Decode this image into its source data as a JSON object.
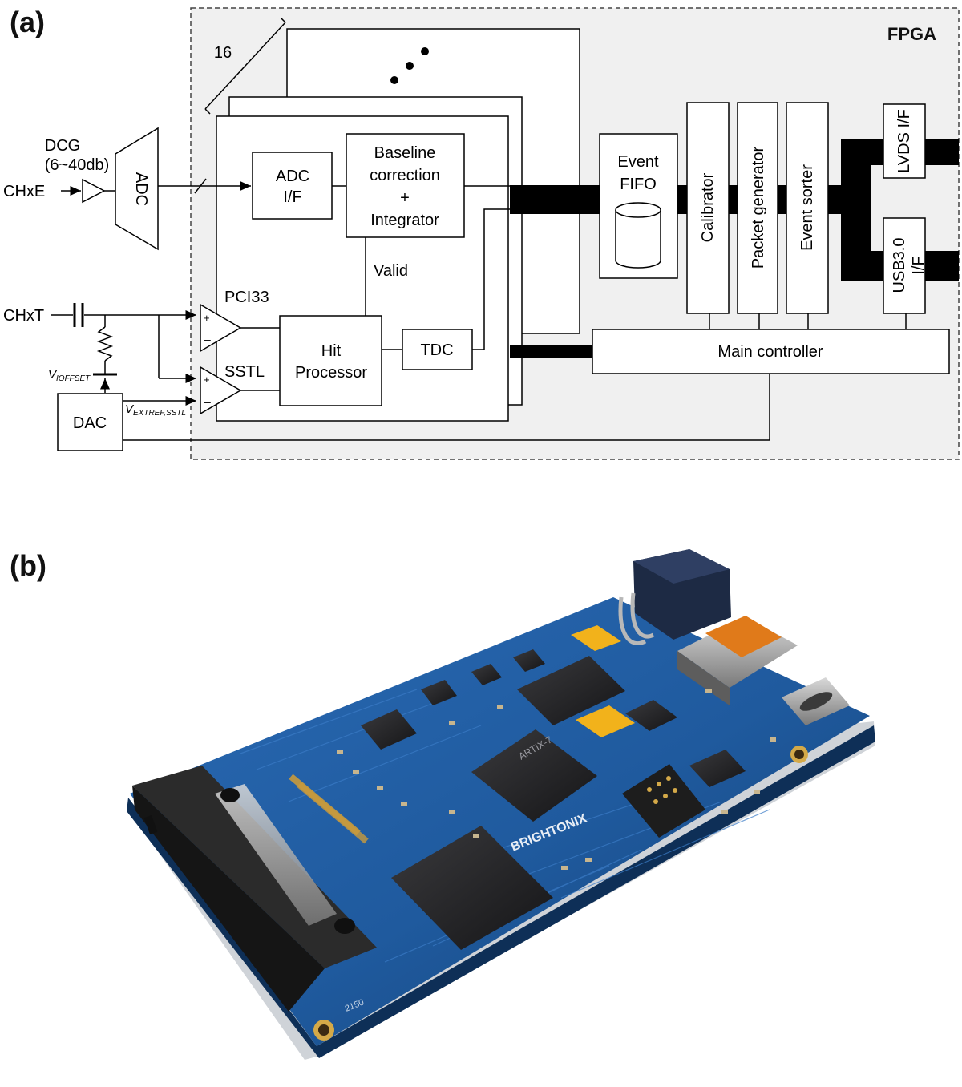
{
  "panels": {
    "a_label": "(a)",
    "b_label": "(b)"
  },
  "diagram": {
    "fpga_label": "FPGA",
    "channel_count": "16",
    "dcg_label_line1": "DCG",
    "dcg_label_line2": "(6~40db)",
    "chxe_label": "CHxE",
    "chxt_label": "CHxT",
    "adc_label": "ADC",
    "adc_if_line1": "ADC",
    "adc_if_line2": "I/F",
    "baseline_line1": "Baseline",
    "baseline_line2": "correction",
    "baseline_line3": "+",
    "baseline_line4": "Integrator",
    "valid_label": "Valid",
    "pci33_label": "PCI33",
    "sstl_label": "SSTL",
    "hit_line1": "Hit",
    "hit_line2": "Processor",
    "tdc_label": "TDC",
    "event_fifo_line1": "Event",
    "event_fifo_line2": "FIFO",
    "calibrator_label": "Calibrator",
    "packet_generator_label": "Packet generator",
    "event_sorter_label": "Event sorter",
    "lvds_label": "LVDS I/F",
    "usb_line1": "USB3.0",
    "usb_line2": "I/F",
    "main_controller_label": "Main controller",
    "dac_label": "DAC",
    "vioffset_main": "V",
    "vioffset_sub": "IOFFSET",
    "vextref_main": "V",
    "vextref_sub": "EXTREF,SSTL"
  },
  "photo": {
    "brand_text": "BRIGHTONIX",
    "chip_text": "ARTIX-7",
    "board_code": "2150",
    "colors": {
      "pcb": "#1f5a9e",
      "pcb_dark": "#143f73",
      "chip": "#1c1c1e",
      "connector": "#2a2a2a",
      "tantalum": "#f2b21b"
    }
  }
}
